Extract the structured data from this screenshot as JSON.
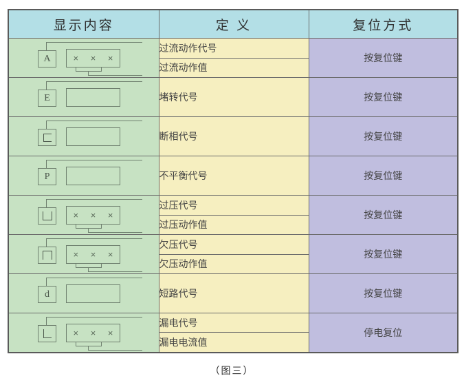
{
  "table": {
    "headers": {
      "display": "显示内容",
      "definition": "定 义",
      "reset": "复位方式"
    },
    "rows": [
      {
        "code": "A",
        "code_glyph": "letter",
        "value": "×  ×  ×",
        "has_value": true,
        "definitions": [
          "过流动作代号",
          "过流动作值"
        ],
        "reset": "按复位键"
      },
      {
        "code": "E",
        "code_glyph": "letter",
        "value": "",
        "has_value": false,
        "definitions": [
          "堵转代号"
        ],
        "reset": "按复位键"
      },
      {
        "code": "",
        "code_glyph": "g-c",
        "value": "",
        "has_value": false,
        "definitions": [
          "断相代号"
        ],
        "reset": "按复位键"
      },
      {
        "code": "P",
        "code_glyph": "letter",
        "value": "",
        "has_value": false,
        "definitions": [
          "不平衡代号"
        ],
        "reset": "按复位键"
      },
      {
        "code": "",
        "code_glyph": "g-u",
        "value": "×  ×  ×",
        "has_value": true,
        "definitions": [
          "过压代号",
          "过压动作值"
        ],
        "reset": "按复位键"
      },
      {
        "code": "",
        "code_glyph": "g-n",
        "value": "×  ×  ×",
        "has_value": true,
        "definitions": [
          "欠压代号",
          "欠压动作值"
        ],
        "reset": "按复位键"
      },
      {
        "code": "d",
        "code_glyph": "letter",
        "value": "",
        "has_value": false,
        "definitions": [
          "短路代号"
        ],
        "reset": "按复位键"
      },
      {
        "code": "",
        "code_glyph": "g-l",
        "value": "×  ×  ×",
        "has_value": true,
        "definitions": [
          "漏电代号",
          "漏电电流值"
        ],
        "reset": "停电复位"
      }
    ]
  },
  "caption": "（图三）",
  "colors": {
    "header_bg": "#b3dfe6",
    "display_bg": "#c7e2c3",
    "definition_bg": "#f6efc0",
    "reset_bg": "#c0bedf",
    "border": "#6b6b6b",
    "outer_border": "#5a5a5a",
    "glyph_stroke": "#6e7f6e"
  }
}
